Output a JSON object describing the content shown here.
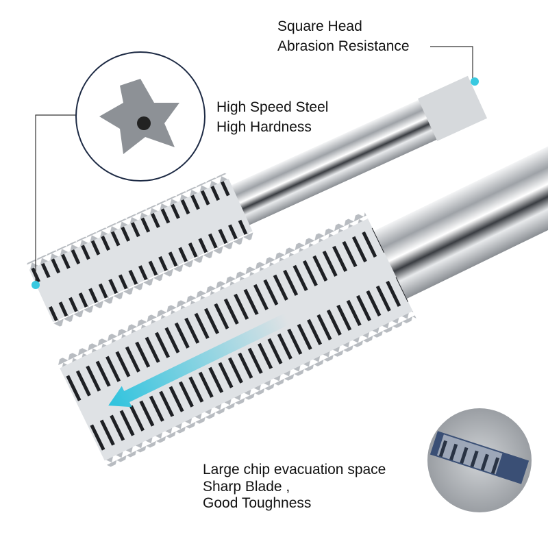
{
  "labels": {
    "square_head": "Square Head",
    "abrasion": "Abrasion Resistance",
    "hss": "High Speed Steel",
    "hardness": "High Hardness",
    "chip_space": "Large chip evacuation space",
    "sharp_blade": "Sharp Blade ,",
    "toughness": "Good Toughness"
  },
  "colors": {
    "accent": "#38c9e0",
    "ring": "#1d2a44",
    "steel": "#c9ccd0"
  }
}
